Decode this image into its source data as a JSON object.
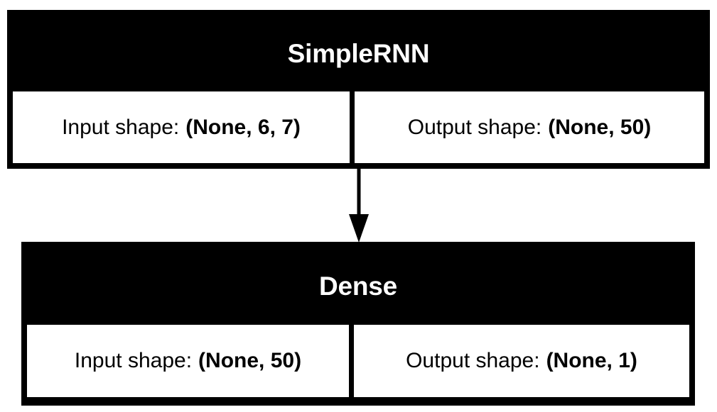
{
  "diagram": {
    "type": "neural-network-model-graph",
    "background_color": "#ffffff",
    "node_color": "#000000",
    "cell_color": "#ffffff",
    "text_color_header": "#ffffff",
    "text_color_cell": "#000000",
    "nodes": [
      {
        "id": "simplernn",
        "title": "SimpleRNN",
        "input_label": "Input shape:",
        "input_value": "(None, 6, 7)",
        "output_label": "Output shape:",
        "output_value": "(None, 50)"
      },
      {
        "id": "dense",
        "title": "Dense",
        "input_label": "Input shape:",
        "input_value": "(None, 50)",
        "output_label": "Output shape:",
        "output_value": "(None, 1)"
      }
    ],
    "edges": [
      {
        "id": "simplernn-to-dense",
        "from": "simplernn",
        "to": "dense",
        "direction": "down",
        "arrowhead": "filled-triangle"
      }
    ]
  }
}
